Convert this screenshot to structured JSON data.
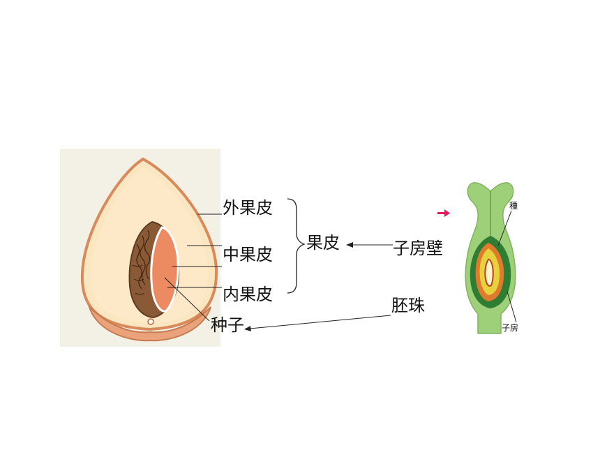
{
  "labels": {
    "exocarp": "外果皮",
    "mesocarp": "中果皮",
    "endocarp": "内果皮",
    "pericarp": "果皮",
    "ovary_wall": "子房壁",
    "ovule": "胚珠",
    "seed": "种子"
  },
  "flower_figure": {
    "label_top": "種",
    "label_bottom": "子房"
  },
  "colors": {
    "fruit_skin": "#d98a5a",
    "fruit_flesh": "#fbe6c2",
    "seed_brown": "#7a4a2a",
    "seed_core": "#ec8a62",
    "flower_green": "#9ed07a",
    "flower_dark": "#2e7d32",
    "flower_yellow": "#e6d23a",
    "flower_orange": "#e07a2e",
    "pink_arrow": "#e8185a"
  }
}
